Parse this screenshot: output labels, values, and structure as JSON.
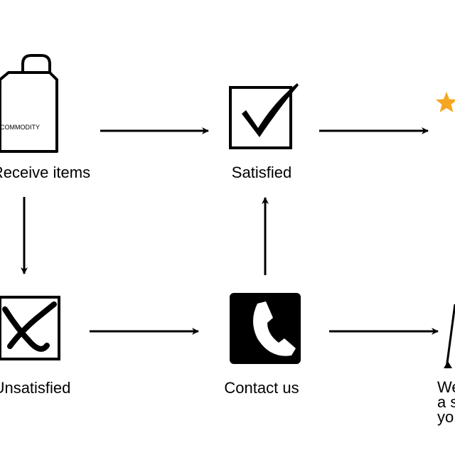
{
  "nodes": {
    "receive": {
      "label": "Receive items",
      "bag_text": "COMMODITY",
      "icon": "shopping-bag-icon"
    },
    "satisfied": {
      "label": "Satisfied",
      "icon": "checkbox-check-icon"
    },
    "unsatisfied": {
      "label": "Unsatisfied",
      "icon": "checkbox-x-icon"
    },
    "contact": {
      "label": "Contact us",
      "icon": "phone-icon"
    },
    "rating": {
      "icon": "star-icon"
    },
    "message": {
      "lines": [
        "We",
        "a s",
        "yo"
      ]
    }
  },
  "colors": {
    "line": "#000000",
    "star": "#f5a623",
    "background": "#ffffff"
  }
}
